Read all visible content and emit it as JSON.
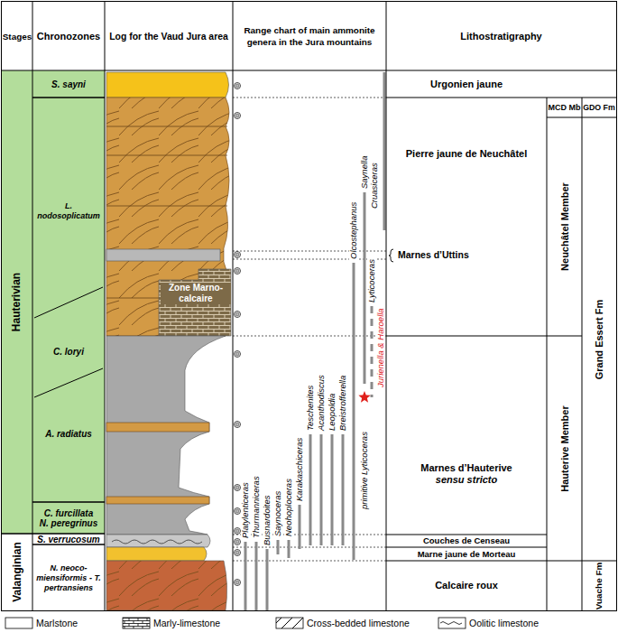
{
  "diagram": {
    "nodes": [
      {
        "text": [
          "Stages"
        ]
      },
      {
        "text": [
          "Chronozones"
        ]
      },
      {
        "text": [
          "Log for the Vaud Jura area"
        ]
      },
      {
        "text": [
          "Range chart of main ammonite genera in the Jura mountains"
        ]
      },
      {
        "text": [
          "Lithostratigraphy"
        ]
      },
      {
        "text": [
          "Hauterivian"
        ]
      },
      {
        "text": [
          "Valanginian"
        ]
      },
      {
        "text": [
          "S. sayni"
        ]
      },
      {
        "text": [
          "L. nodosoplicatum"
        ]
      },
      {
        "text": [
          "C. loryi"
        ]
      },
      {
        "text": [
          "A. radiatus"
        ]
      },
      {
        "text": [
          "C. furcillata",
          "N. peregrinus"
        ]
      },
      {
        "text": [
          "S. verrucosum"
        ]
      },
      {
        "text": [
          "N. neoco-miensiformis - T. pertransiens"
        ]
      },
      {
        "text": [
          "Urgonien jaune"
        ]
      },
      {
        "text": [
          "MCD Mb"
        ]
      },
      {
        "text": [
          "GDO Fm"
        ]
      },
      {
        "text": [
          "Pierre jaune de Neuchâtel"
        ]
      },
      {
        "text": [
          "Neuchâtel Member"
        ]
      },
      {
        "text": [
          "Grand Essert Fm"
        ]
      },
      {
        "text": [
          "Marnes d’Hauterive",
          "sensu stricto"
        ]
      },
      {
        "text": [
          "Hauterive Member"
        ]
      },
      {
        "text": [
          "Couches de Censeau"
        ]
      },
      {
        "text": [
          "Marne jaune de Morteau"
        ]
      },
      {
        "text": [
          "Calcaire roux"
        ]
      },
      {
        "text": [
          "Vuache Fm"
        ]
      }
    ],
    "labels": [
      "Platylenticeras",
      "Thurmanniceras",
      "Busnardoites",
      "Saynoceras",
      "Neohoploceras",
      "Karakaschiceras",
      "Teschenites",
      "Acanthodiscus",
      "Leopoldia",
      "Breistrofferella",
      "Olcostephanus",
      "Saynella",
      "Lyticoceras",
      "Cruasiceras",
      "primitive Lyticoceras",
      "Jurienella & Haroella",
      "Zone Marno-calcaire",
      "Marnes d’Uttins"
    ],
    "legend": [
      {
        "text": "Marlstone"
      },
      {
        "text": "Marly-limestone"
      },
      {
        "text": "Cross-bedded limestone"
      },
      {
        "text": "Oolitic limestone"
      }
    ]
  }
}
